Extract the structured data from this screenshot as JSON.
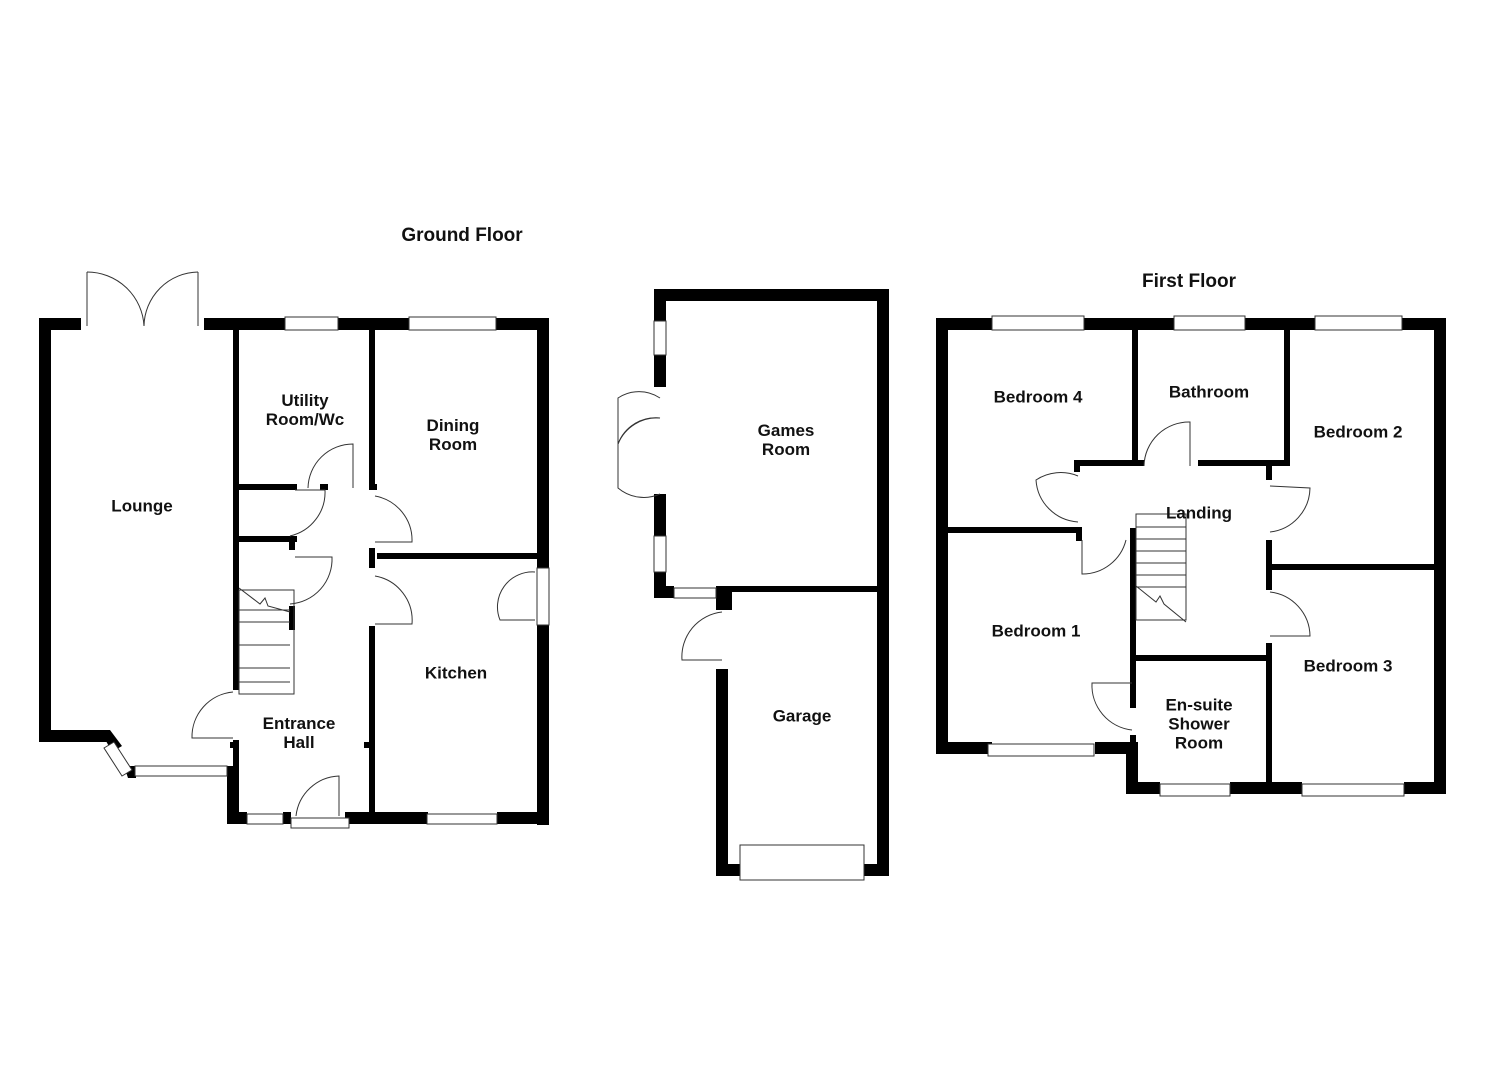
{
  "floors": {
    "ground": {
      "title": "Ground Floor",
      "rooms": {
        "lounge": "Lounge",
        "utility": "Utility\nRoom/Wc",
        "dining": "Dining\nRoom",
        "kitchen": "Kitchen",
        "hall": "Entrance\nHall"
      }
    },
    "outbuilding": {
      "rooms": {
        "games": "Games\nRoom",
        "garage": "Garage"
      }
    },
    "first": {
      "title": "First Floor",
      "rooms": {
        "bed4": "Bedroom 4",
        "bathroom": "Bathroom",
        "bed2": "Bedroom 2",
        "landing": "Landing",
        "bed1": "Bedroom 1",
        "ensuite": "En-suite\nShower\nRoom",
        "bed3": "Bedroom 3"
      }
    }
  },
  "colors": {
    "wall": "#000000",
    "line": "#333333",
    "background": "#ffffff"
  }
}
